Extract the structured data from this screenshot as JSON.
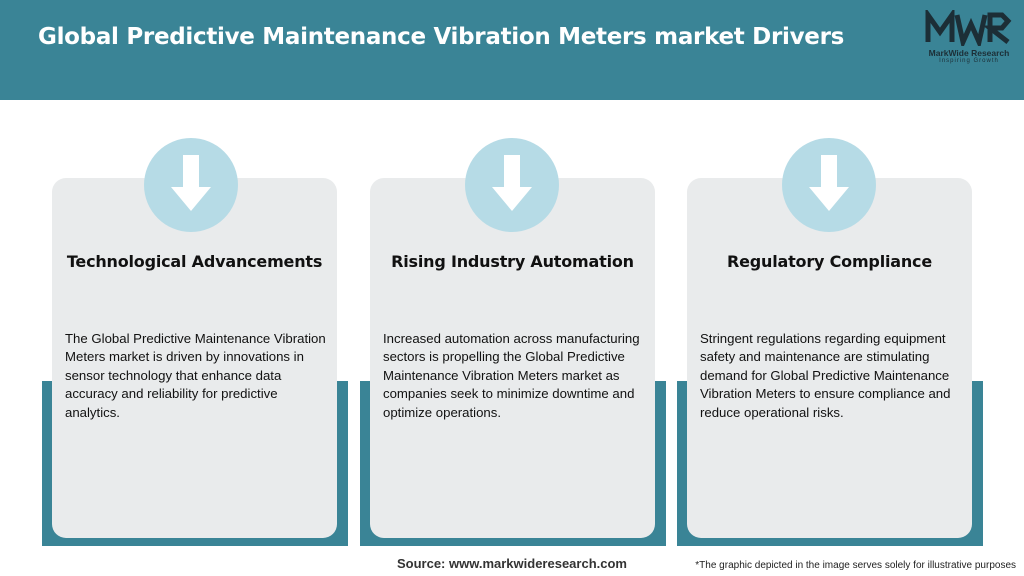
{
  "header": {
    "title": "Global Predictive Maintenance Vibration Meters market Drivers"
  },
  "logo": {
    "mark": "MWR",
    "name": "MarkWide Research",
    "tagline": "Inspiring Growth"
  },
  "cards": [
    {
      "title": "Technological Advancements",
      "body": "The Global Predictive Maintenance Vibration Meters market is driven by innovations in sensor technology that enhance data accuracy and reliability for predictive analytics.",
      "icon": "down-arrow-icon"
    },
    {
      "title": "Rising Industry Automation",
      "body": "Increased automation across manufacturing sectors is propelling the Global Predictive Maintenance Vibration Meters market as companies seek to minimize downtime and optimize operations.",
      "icon": "down-arrow-icon"
    },
    {
      "title": "Regulatory Compliance",
      "body": "Stringent regulations regarding equipment safety and maintenance are stimulating demand for Global Predictive Maintenance Vibration Meters to ensure compliance and reduce operational risks.",
      "icon": "down-arrow-icon"
    }
  ],
  "footer": {
    "source": "Source: www.markwideresearch.com",
    "disclaimer": "*The graphic depicted in the image serves solely for illustrative purposes"
  },
  "colors": {
    "header": "#3a8496",
    "card": "#e9ebec",
    "circle": "#b6dbe6",
    "arrow": "#ffffff"
  }
}
